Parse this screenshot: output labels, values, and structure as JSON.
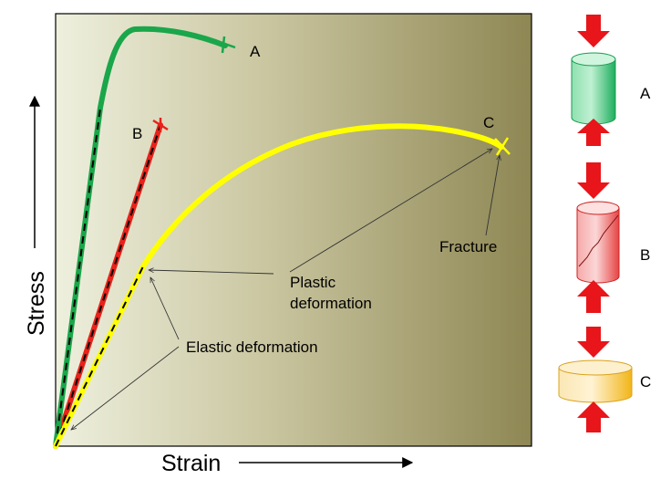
{
  "axes": {
    "x_label": "Strain",
    "y_label": "Stress"
  },
  "curves": [
    {
      "id": "A",
      "label": "A",
      "color": "#1aa64a"
    },
    {
      "id": "B",
      "label": "B",
      "color": "#e8221a"
    },
    {
      "id": "C",
      "label": "C",
      "color": "#ffff00"
    }
  ],
  "annotations": {
    "plastic_line1": "Plastic",
    "plastic_line2": "deformation",
    "elastic": "Elastic deformation",
    "fracture": "Fracture"
  },
  "specimens": [
    {
      "id": "A",
      "label": "A",
      "shape": "tall cylinder",
      "color": "#3cc47a"
    },
    {
      "id": "B",
      "label": "B",
      "shape": "tall cylinder, cracked",
      "color": "#f26b6b"
    },
    {
      "id": "C",
      "label": "C",
      "shape": "short flattened cylinder",
      "color": "#f7c542"
    }
  ],
  "colors": {
    "background_left": "#eef0de",
    "background_right": "#8e8754",
    "arrow": "#e8151a",
    "elastic_dash": "#000000"
  }
}
